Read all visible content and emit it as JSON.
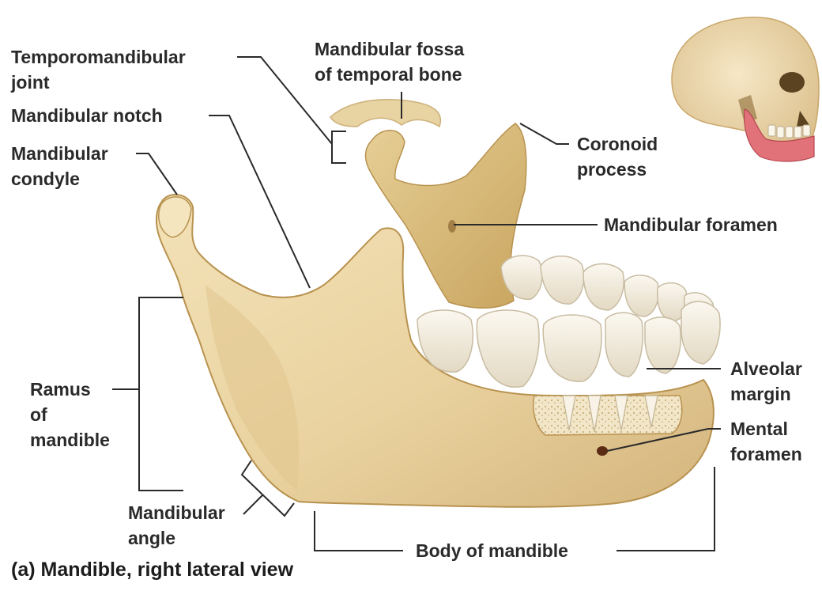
{
  "labels": {
    "tmj": [
      "Temporomandibular",
      "joint"
    ],
    "fossa": [
      "Mandibular fossa",
      "of temporal bone"
    ],
    "notch": [
      "Mandibular notch"
    ],
    "condyle": [
      "Mandibular",
      "condyle"
    ],
    "coronoid": [
      "Coronoid",
      "process"
    ],
    "foramen": [
      "Mandibular foramen"
    ],
    "ramus": [
      "Ramus",
      "of",
      "mandible"
    ],
    "alveolar": [
      "Alveolar",
      "margin"
    ],
    "mental": [
      "Mental",
      "foramen"
    ],
    "angle": [
      "Mandibular",
      "angle"
    ],
    "body": [
      "Body of mandible"
    ]
  },
  "caption": "(a) Mandible, right lateral view",
  "colors": {
    "bone": "#ecd7a6",
    "bone_shadow": "#cfae72",
    "tooth": "#f6f1e6",
    "tooth_shadow": "#d9cfba",
    "leader": "#2a2a2a",
    "skull_jaw_highlight": "#e2727a"
  },
  "icons": {
    "skull": "skull-icon"
  }
}
